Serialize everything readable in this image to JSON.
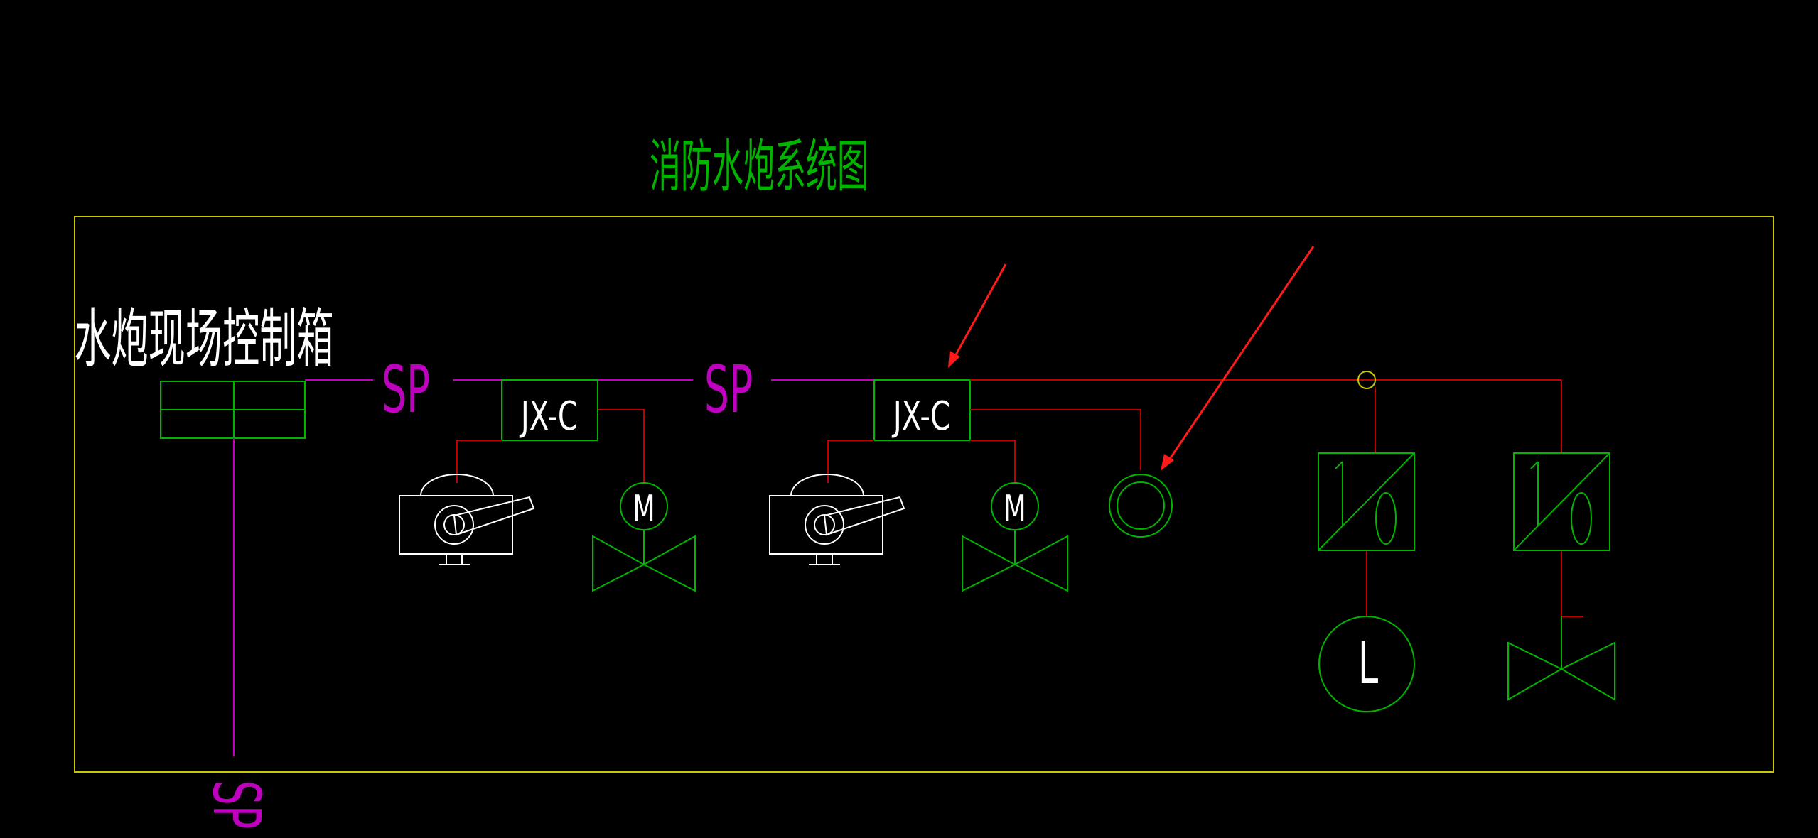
{
  "title": "消防水炮系统图",
  "control_box_label": "水炮现场控制箱",
  "cable_labels": [
    "SP",
    "SP"
  ],
  "vertical_cable_label": "SP",
  "module_labels": [
    "JX-C",
    "JX-C"
  ],
  "motor_symbol": "M",
  "io_module_symbol": "1/0",
  "level_symbol": "L",
  "colors": {
    "background": "#000000",
    "frame": "#c8c800",
    "title": "#00b400",
    "label_white": "#ffffff",
    "cable_magenta": "#c000c0",
    "wire_red": "#c00000",
    "device_green": "#00b400",
    "annotation_arrow": "#ff1a1a",
    "junction_yellow": "#c8c800"
  }
}
